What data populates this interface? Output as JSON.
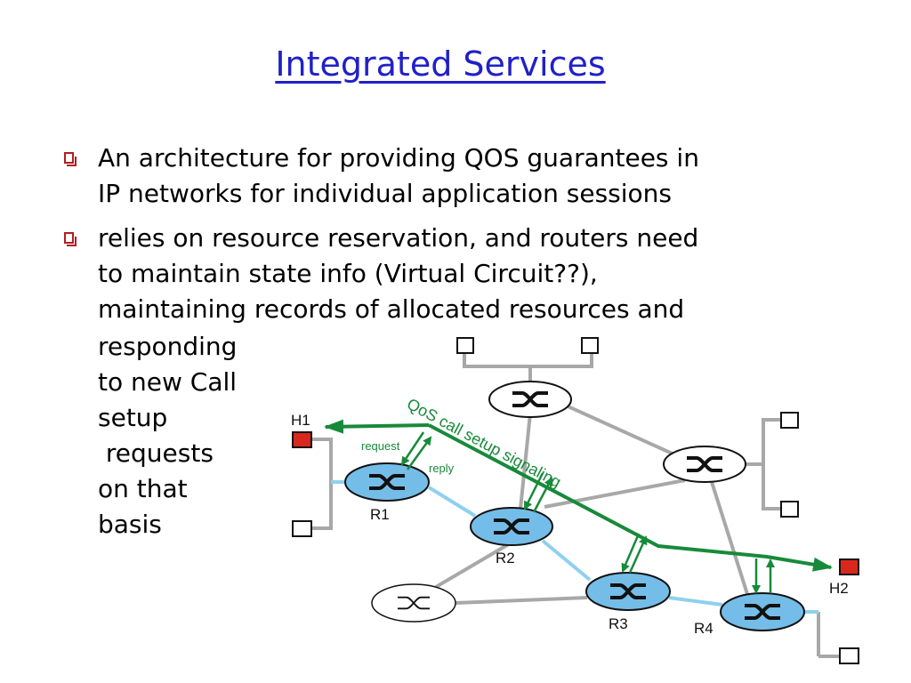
{
  "slide": {
    "title": "Integrated Services",
    "bullets": [
      "An architecture for providing QOS guarantees in\nIP networks for individual application sessions",
      "relies on resource reservation, and routers need\nto maintain state info (Virtual Circuit??),\nmaintaining records of allocated resources and"
    ],
    "bullet2_continuation": "responding\nto new Call\nsetup\n requests\non that\nbasis"
  },
  "diagram": {
    "hosts": {
      "h1": "H1",
      "h2": "H2"
    },
    "routers": {
      "r1": "R1",
      "r2": "R2",
      "r3": "R3",
      "r4": "R4"
    },
    "signaling_label": "QoS call setup signaling",
    "request_label": "request",
    "reply_label": "reply",
    "colors": {
      "title": "#2020c8",
      "signaling": "#178a3a",
      "router_fill": "#74bde8",
      "host_active": "#d8281e",
      "link_gray": "#a8a8a8",
      "link_blue": "#8fd0ee"
    }
  }
}
